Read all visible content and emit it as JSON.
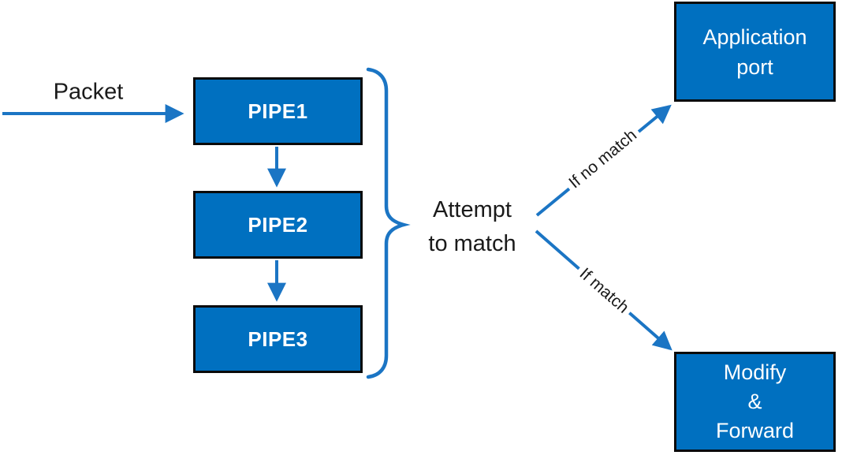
{
  "diagram": {
    "title_hint": "Packet pipeline match flow",
    "packet_label": "Packet",
    "pipes": [
      {
        "label": "PIPE1"
      },
      {
        "label": "PIPE2"
      },
      {
        "label": "PIPE3"
      }
    ],
    "attempt": {
      "lines": [
        "Attempt",
        "to match"
      ]
    },
    "edges": {
      "no_match_label": "If no match",
      "match_label": "If match"
    },
    "application_port": {
      "lines": [
        "Application",
        "port"
      ]
    },
    "modify_forward": {
      "lines": [
        "Modify",
        "&",
        "Forward"
      ]
    },
    "colors": {
      "box_fill": "#0070C0",
      "box_border": "#0A0A0A",
      "connector_blue": "#1B75C4",
      "box_text": "#FFFFFF",
      "label_text": "#1A1A1A"
    }
  }
}
